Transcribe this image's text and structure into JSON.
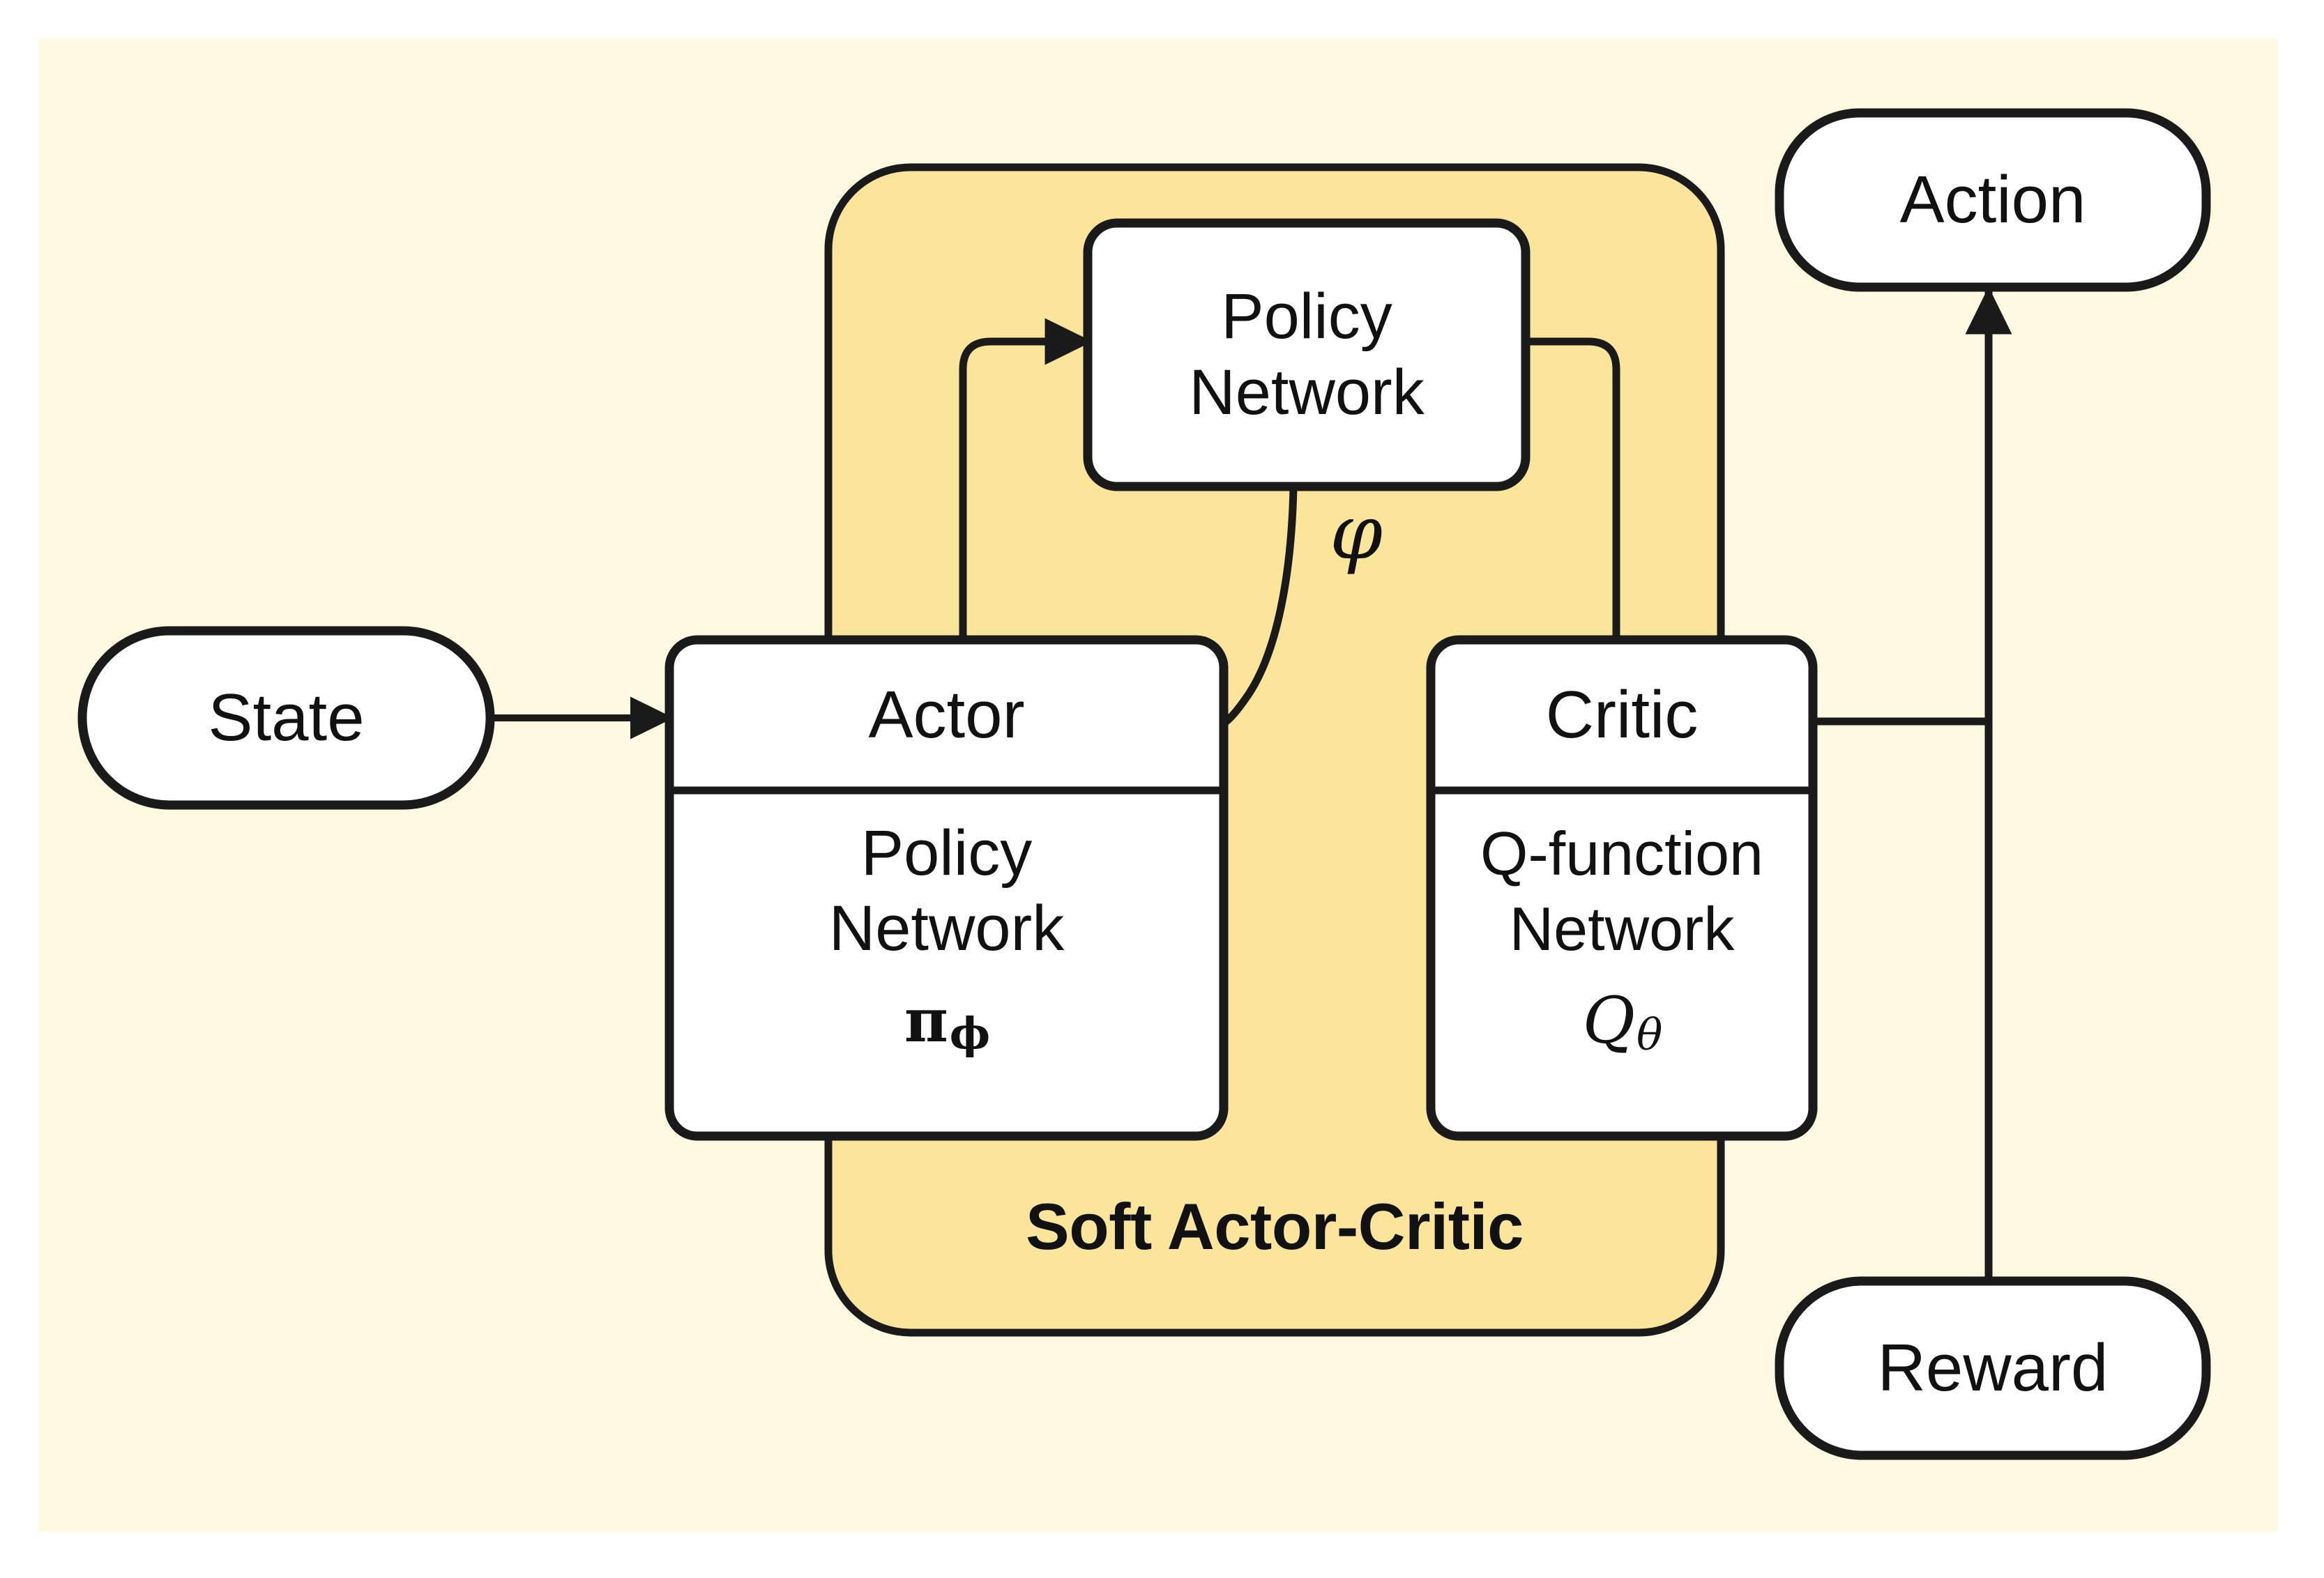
{
  "diagram": {
    "title": "Soft Actor-Critic",
    "background_color": "#FDFAE1",
    "group_color": "#FBE59B",
    "node_fill": "#FFFFFF",
    "stroke_color": "#1A1A1A",
    "nodes": {
      "state": {
        "label": "State",
        "shape": "stadium"
      },
      "action": {
        "label": "Action",
        "shape": "stadium"
      },
      "reward": {
        "label": "Reward",
        "shape": "stadium"
      },
      "policy_network_top": {
        "label": "Policy\nNetwork",
        "shape": "rounded-rect"
      },
      "actor": {
        "header": "Actor",
        "body_line1": "Policy",
        "body_line2": "Network",
        "symbol": "π",
        "symbol_sub": "ϕ",
        "shape": "rounded-rect-split"
      },
      "critic": {
        "header": "Critic",
        "body_line1": "Q-function",
        "body_line2": "Network",
        "symbol": "Q",
        "symbol_sub": "θ",
        "shape": "rounded-rect-split"
      },
      "group": {
        "label": "Soft Actor-Critic",
        "shape": "rounded-rect-container"
      }
    },
    "edge_labels": {
      "phi": "φ"
    },
    "edges": [
      {
        "from": "state",
        "to": "actor",
        "arrow": true
      },
      {
        "from": "actor",
        "to": "policy_network_top",
        "arrow": true
      },
      {
        "from": "policy_network_top",
        "to": "actor",
        "arrow": false,
        "label": "φ"
      },
      {
        "from": "policy_network_top",
        "to": "critic",
        "arrow": false
      },
      {
        "from": "group",
        "to": "actor",
        "arrow": false
      },
      {
        "from": "critic",
        "to": "action",
        "arrow": true
      },
      {
        "from": "reward",
        "to": "action",
        "arrow": true
      }
    ]
  }
}
